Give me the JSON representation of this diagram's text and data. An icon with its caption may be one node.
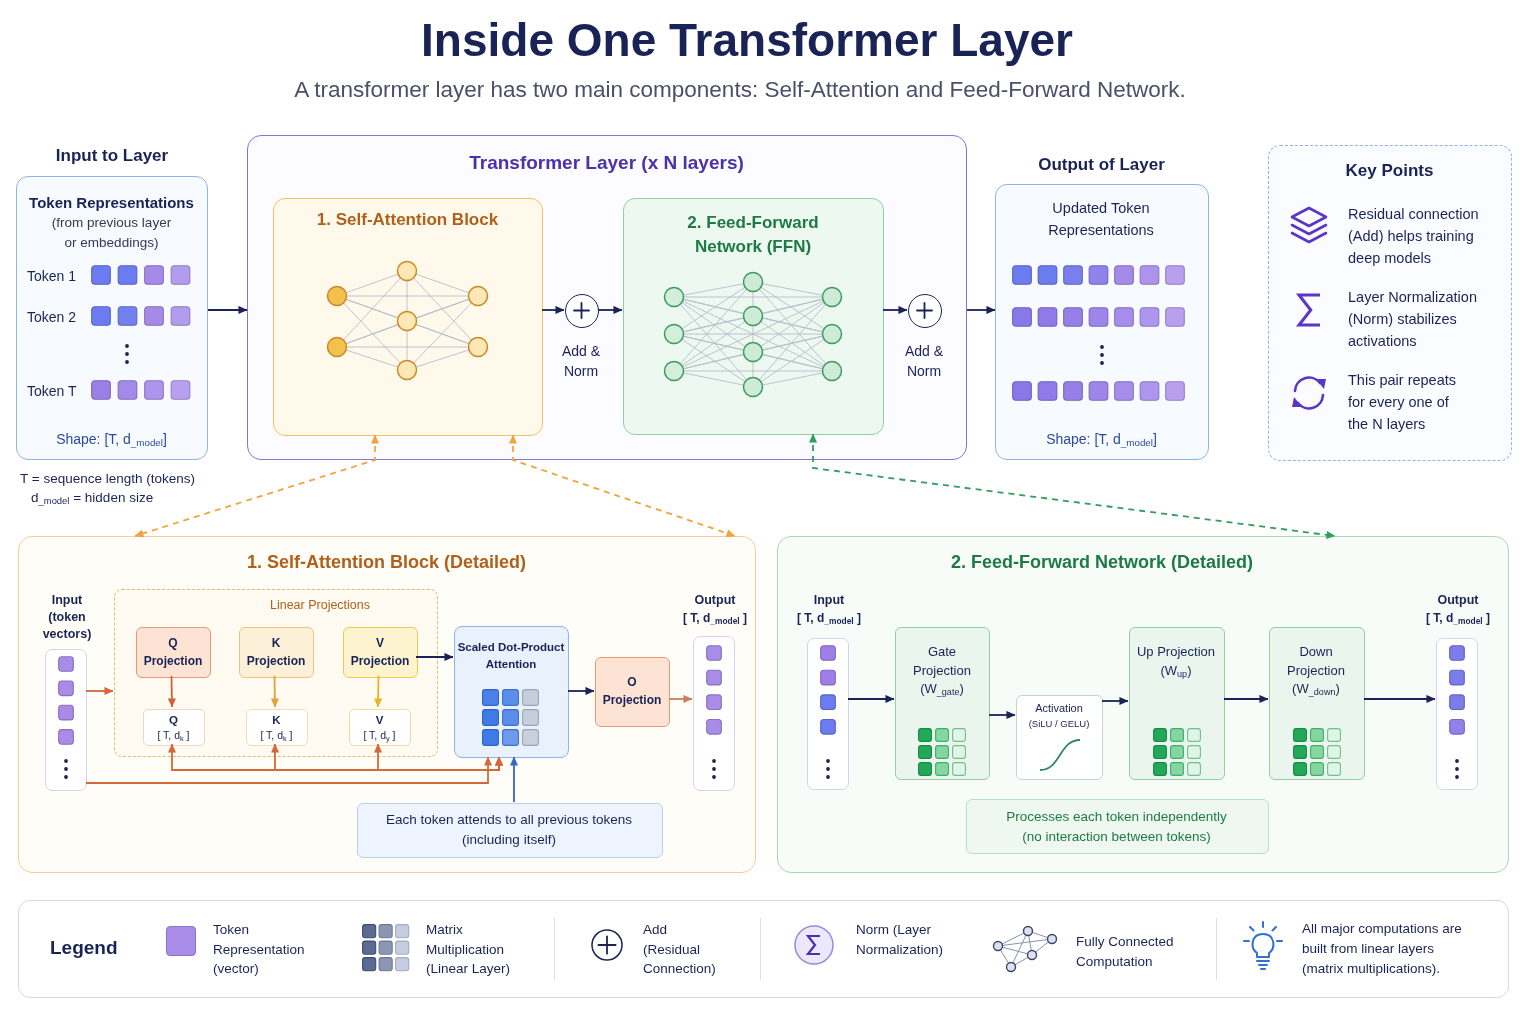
{
  "diagram": {
    "title": "Inside One Transformer Layer",
    "caption": "A transformer layer has two main components: Self-Attention and Feed-Forward Network.",
    "nodes": [
      {
        "text": [
          "Input to Layer",
          "Token Representations",
          "(from previous layer or embeddings)",
          "Token 1",
          "Token 2",
          "Token T",
          "Shape: [T, d$_{_model}$]"
        ]
      },
      {
        "text": [
          "Transformer Layer (x N layers)"
        ]
      },
      {
        "text": [
          "1. Self-Attention Block"
        ],
        "in": 1
      },
      {
        "text": [],
        "shape": "circle",
        "beside": [
          "Add & Norm"
        ],
        "in": 1
      },
      {
        "text": [
          "2. Feed-Forward Network (FFN)"
        ],
        "in": 1
      },
      {
        "text": [],
        "shape": "circle",
        "beside": [
          "Add & Norm"
        ],
        "in": 1
      },
      {
        "text": [
          "Output of Layer",
          "Updated Token Representations",
          "Shape: [T, d$_{_model}$]"
        ]
      },
      {
        "text": [
          "Key Points",
          "Residual connection (Add) helps training deep models",
          "Layer Normalization (Norm) stabilizes activations",
          "This pair repeats for every one of the N layers"
        ]
      },
      {
        "text": [
          "1. Self-Attention Block (Detailed)"
        ]
      },
      {
        "text": [
          "Input (token vectors)"
        ],
        "in": 8
      },
      {
        "text": [
          "Linear Projections"
        ],
        "in": 8
      },
      {
        "text": [
          "Q Projection"
        ],
        "in": 10
      },
      {
        "text": [
          "K Projection"
        ],
        "in": 10
      },
      {
        "text": [
          "V Projection"
        ],
        "in": 10
      },
      {
        "text": [
          "Q",
          "[ T, d$_{k}$ ]"
        ],
        "in": 10
      },
      {
        "text": [
          "K",
          "[ T, d$_{k}$ ]"
        ],
        "in": 10
      },
      {
        "text": [
          "V",
          "[ T, d$_{y}$ ]"
        ],
        "in": 10
      },
      {
        "text": [
          "Scaled Dot-Product Attention"
        ],
        "in": 8
      },
      {
        "text": [
          "O Projection"
        ],
        "in": 8
      },
      {
        "text": [
          "Output",
          "[ T, d$_{_model}$ ]"
        ],
        "in": 8
      },
      {
        "text": [
          "Each token attends to all previous tokens (including itself)"
        ],
        "in": 8
      },
      {
        "text": [
          "2. Feed-Forward Network (Detailed)"
        ]
      },
      {
        "text": [
          "Input",
          "[ T, d$_{_model}$ ]"
        ],
        "in": 21
      },
      {
        "text": [
          "Gate Projection (W$_{_gate}$)"
        ],
        "in": 21
      },
      {
        "text": [
          "Activation",
          "(SiLU / GELU)"
        ],
        "in": 21
      },
      {
        "text": [
          "Up Projection (W$_{up}$)"
        ],
        "in": 21
      },
      {
        "text": [
          "Down Projection (W$_{_down}$)"
        ],
        "in": 21
      },
      {
        "text": [
          "Output",
          "[ T, d$_{_model}$ ]"
        ],
        "in": 21
      },
      {
        "text": [
          "Processes each token independently (no interaction between tokens)"
        ],
        "in": 21
      }
    ],
    "edges": [
      {
        "from": 0,
        "to": 1,
        "arrow": "to"
      },
      {
        "from": 2,
        "to": 3,
        "arrow": "to"
      },
      {
        "from": 3,
        "to": 4,
        "arrow": "to"
      },
      {
        "from": 4,
        "to": 5,
        "arrow": "to"
      },
      {
        "from": 1,
        "to": 6,
        "arrow": "to"
      },
      {
        "from": 2,
        "to": 8,
        "arrow": "both",
        "style": "dashed",
        "color": "#f0a53c"
      },
      {
        "from": 2,
        "to": 8,
        "arrow": "both",
        "style": "dashed",
        "color": "#f0a53c"
      },
      {
        "from": 4,
        "to": 21,
        "arrow": "both",
        "style": "dashed",
        "color": "#2f9e5e"
      },
      {
        "from": 9,
        "to": 10,
        "arrow": "to",
        "color": "#d2693a"
      },
      {
        "from": 9,
        "to": 17,
        "arrow": "to",
        "color": "#d2693a"
      },
      {
        "from": 11,
        "to": 14,
        "arrow": "to",
        "color": "#d2603a"
      },
      {
        "from": 12,
        "to": 15,
        "arrow": "to",
        "color": "#e3a235"
      },
      {
        "from": 13,
        "to": 16,
        "arrow": "to",
        "color": "#e6b422"
      },
      {
        "from": 14,
        "to": 17,
        "arrow": "both",
        "color": "#d2693a"
      },
      {
        "from": 15,
        "to": 17,
        "arrow": "both",
        "color": "#d2693a"
      },
      {
        "from": 16,
        "to": 17,
        "arrow": "both",
        "color": "#d2693a"
      },
      {
        "from": 13,
        "to": 17,
        "arrow": "to"
      },
      {
        "from": 17,
        "to": 18,
        "arrow": "to"
      },
      {
        "from": 18,
        "to": 19,
        "arrow": "to",
        "color": "#c8805a"
      },
      {
        "from": 20,
        "to": 17,
        "arrow": "to",
        "color": "#3a64c8"
      },
      {
        "from": 22,
        "to": 23,
        "arrow": "to"
      },
      {
        "from": 23,
        "to": 24,
        "arrow": "to"
      },
      {
        "from": 24,
        "to": 25,
        "arrow": "to"
      },
      {
        "from": 25,
        "to": 26,
        "arrow": "to"
      },
      {
        "from": 26,
        "to": 27,
        "arrow": "to"
      }
    ],
    "labels": [
      "T = sequence length (tokens)",
      "d$_{_model}$ = hidden size",
      "Legend",
      "All major computations are built from linear layers (matrix multiplications)."
    ],
    "legend": [
      {
        "text": "Token Representation (vector)",
        "color": "#a98be8"
      },
      {
        "text": "Matrix Multiplication (Linear Layer)"
      },
      {
        "text": "Add (Residual Connection)"
      },
      {
        "text": "Norm (Layer Normalization)"
      },
      {
        "text": "Fully Connected Computation"
      }
    ]
  }
}
